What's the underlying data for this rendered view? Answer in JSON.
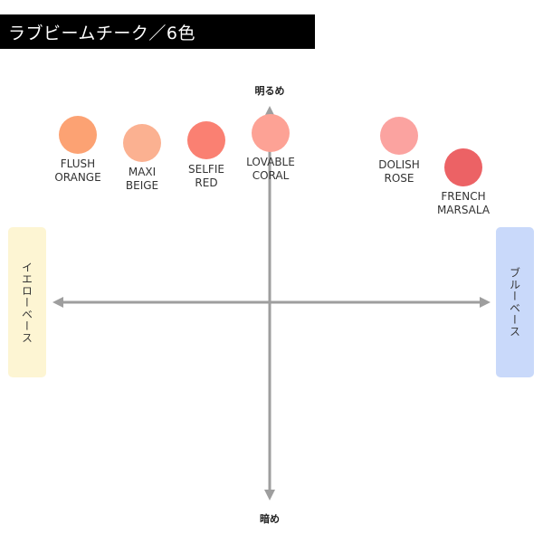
{
  "title": "ラブビームチーク／6色",
  "axis": {
    "top_label": "明るめ",
    "bottom_label": "暗め",
    "left_label": "イエローベース",
    "right_label": "ブルーベース",
    "arrow_color": "#9e9e9e"
  },
  "side_colors": {
    "yellow_base": "#fdf5d3",
    "blue_base": "#c9d9fa"
  },
  "shades": [
    {
      "line1": "FLUSH",
      "line2": "ORANGE",
      "color": "#fca273"
    },
    {
      "line1": "MAXI",
      "line2": "BEIGE",
      "color": "#fbb191"
    },
    {
      "line1": "SELFIE",
      "line2": "RED",
      "color": "#fa8072"
    },
    {
      "line1": "LOVABLE",
      "line2": "CORAL",
      "color": "#fda295"
    },
    {
      "line1": "DOLISH",
      "line2": "ROSE",
      "color": "#fba3a0"
    },
    {
      "line1": "FRENCH",
      "line2": "MARSALA",
      "color": "#ec6265"
    }
  ]
}
